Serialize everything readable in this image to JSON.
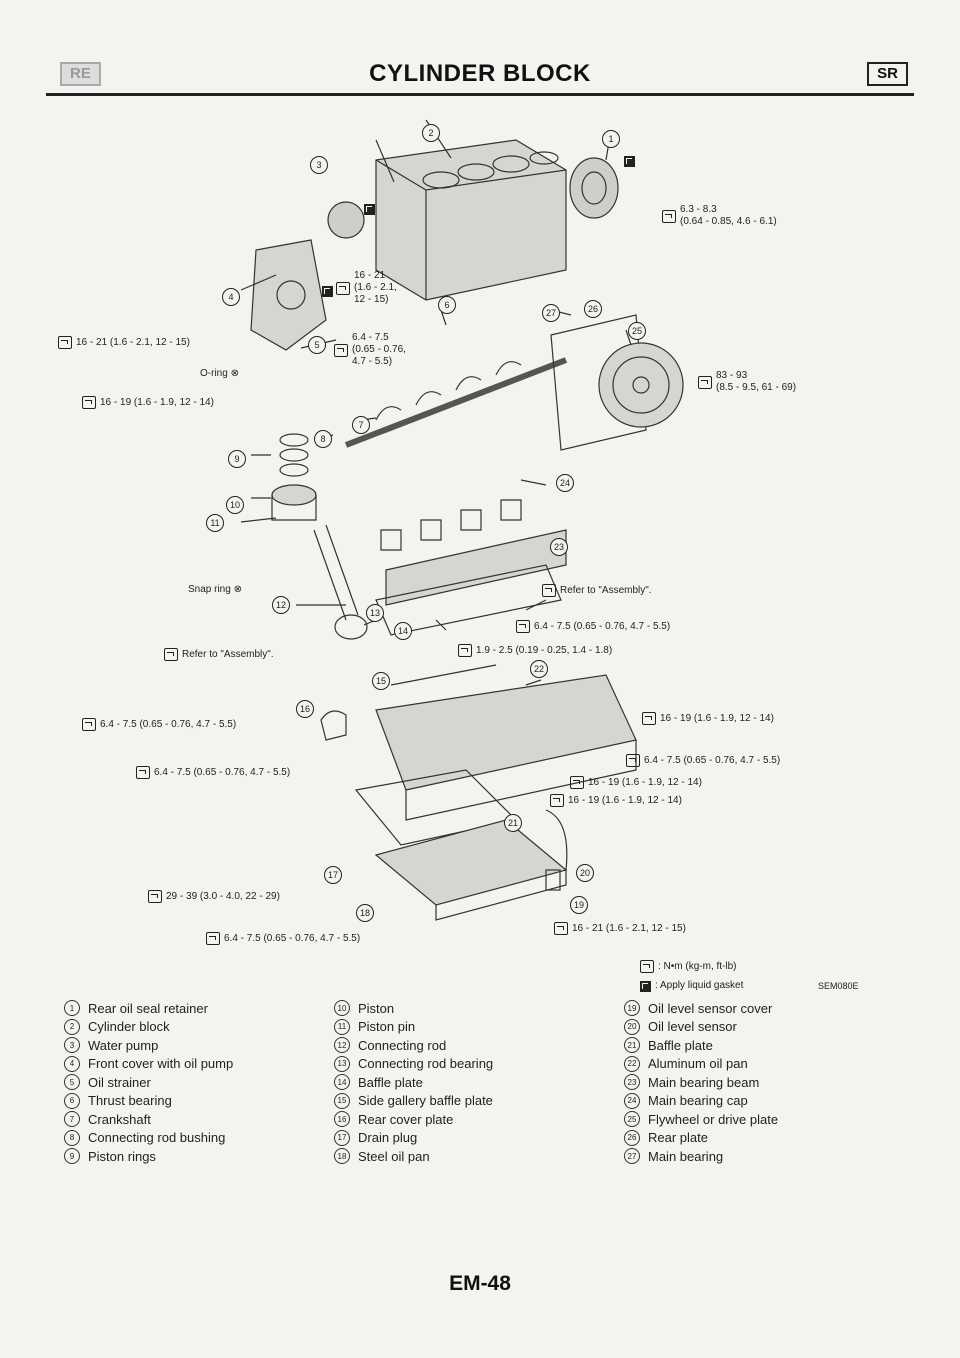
{
  "header": {
    "section_tag": "RE",
    "title": "CYLINDER BLOCK",
    "engine_tag": "SR"
  },
  "torque_notes": [
    {
      "text": "6.3 - 8.3\n(0.64 - 0.85, 4.6 - 6.1)"
    },
    {
      "text": "16 - 21\n(1.6 - 2.1,\n12 - 15)"
    },
    {
      "text": "16 - 21 (1.6 - 2.1, 12 - 15)"
    },
    {
      "text": "6.4 - 7.5\n(0.65 - 0.76,\n4.7 - 5.5)"
    },
    {
      "text": "83 - 93\n(8.5 - 9.5, 61 - 69)"
    },
    {
      "text": "16 - 19 (1.6 - 1.9, 12 - 14)"
    },
    {
      "text": "Refer to \"Assembly\"."
    },
    {
      "text": "6.4 - 7.5 (0.65 - 0.76, 4.7 - 5.5)"
    },
    {
      "text": "Refer to \"Assembly\"."
    },
    {
      "text": "1.9 - 2.5 (0.19 - 0.25, 1.4 - 1.8)"
    },
    {
      "text": "6.4 - 7.5 (0.65 - 0.76, 4.7 - 5.5)"
    },
    {
      "text": "16 - 19 (1.6 - 1.9, 12 - 14)"
    },
    {
      "text": "6.4 - 7.5 (0.65 - 0.76, 4.7 - 5.5)"
    },
    {
      "text": "6.4 - 7.5 (0.65 - 0.76, 4.7 - 5.5)"
    },
    {
      "text": "16 - 19 (1.6 - 1.9, 12 - 14)"
    },
    {
      "text": "16 - 19 (1.6 - 1.9, 12 - 14)"
    },
    {
      "text": "29 - 39 (3.0 - 4.0, 22 - 29)"
    },
    {
      "text": "6.4 - 7.5 (0.65 - 0.76, 4.7 - 5.5)"
    },
    {
      "text": "16 - 21 (1.6 - 2.1, 12 - 15)"
    }
  ],
  "diagram_labels": {
    "o_ring": "O-ring",
    "snap_ring": "Snap ring"
  },
  "symbol_key": {
    "torque": ": N•m (kg-m, ft-lb)",
    "gasket": ": Apply liquid gasket",
    "figure_code": "SEM080E"
  },
  "legend": [
    {
      "n": "1",
      "label": "Rear oil seal retainer"
    },
    {
      "n": "2",
      "label": "Cylinder block"
    },
    {
      "n": "3",
      "label": "Water pump"
    },
    {
      "n": "4",
      "label": "Front cover with oil pump"
    },
    {
      "n": "5",
      "label": "Oil strainer"
    },
    {
      "n": "6",
      "label": "Thrust bearing"
    },
    {
      "n": "7",
      "label": "Crankshaft"
    },
    {
      "n": "8",
      "label": "Connecting rod bushing"
    },
    {
      "n": "9",
      "label": "Piston rings"
    },
    {
      "n": "10",
      "label": "Piston"
    },
    {
      "n": "11",
      "label": "Piston pin"
    },
    {
      "n": "12",
      "label": "Connecting rod"
    },
    {
      "n": "13",
      "label": "Connecting rod bearing"
    },
    {
      "n": "14",
      "label": "Baffle plate"
    },
    {
      "n": "15",
      "label": "Side gallery baffle plate"
    },
    {
      "n": "16",
      "label": "Rear cover plate"
    },
    {
      "n": "17",
      "label": "Drain plug"
    },
    {
      "n": "18",
      "label": "Steel oil pan"
    },
    {
      "n": "19",
      "label": "Oil level sensor cover"
    },
    {
      "n": "20",
      "label": "Oil level sensor"
    },
    {
      "n": "21",
      "label": "Baffle plate"
    },
    {
      "n": "22",
      "label": "Aluminum oil pan"
    },
    {
      "n": "23",
      "label": "Main bearing beam"
    },
    {
      "n": "24",
      "label": "Main bearing cap"
    },
    {
      "n": "25",
      "label": "Flywheel or drive plate"
    },
    {
      "n": "26",
      "label": "Rear plate"
    },
    {
      "n": "27",
      "label": "Main bearing"
    }
  ],
  "footer": {
    "page_number": "EM-48"
  }
}
